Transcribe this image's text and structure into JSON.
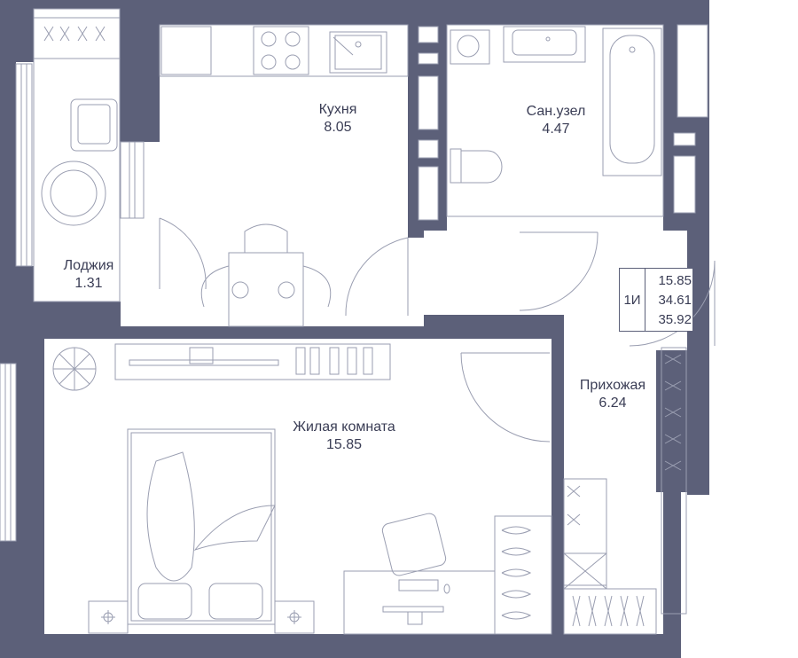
{
  "plan": {
    "colors": {
      "wall": "#5c6079",
      "line": "#9a9eb1",
      "text": "#3a3d55",
      "background": "#ffffff"
    },
    "rooms": {
      "loggia": {
        "name": "Лоджия",
        "area": "1.31"
      },
      "kitchen": {
        "name": "Кухня",
        "area": "8.05"
      },
      "bathroom": {
        "name": "Сан.узел",
        "area": "4.47"
      },
      "hallway": {
        "name": "Прихожая",
        "area": "6.24"
      },
      "living": {
        "name": "Жилая комната",
        "area": "15.85"
      }
    },
    "info": {
      "type": "1И",
      "values": [
        "15.85",
        "34.61",
        "35.92"
      ]
    }
  }
}
